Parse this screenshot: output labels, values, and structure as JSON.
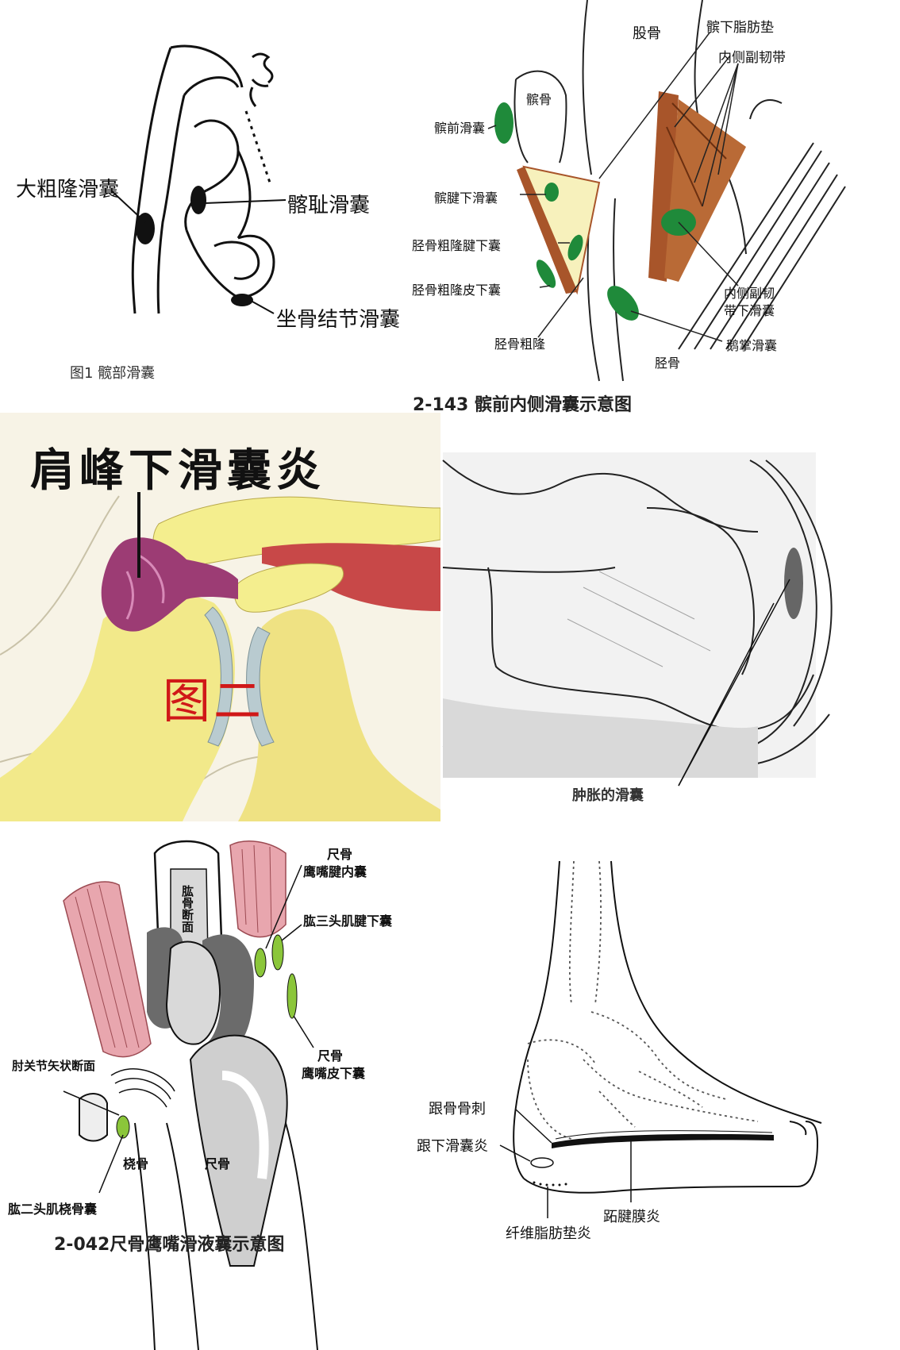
{
  "panel1": {
    "labels": {
      "greater_trochanter": "大粗隆滑囊",
      "iliopectineal": "髂耻滑囊",
      "ischial": "坐骨结节滑囊"
    },
    "caption": "图1  髋部滑囊"
  },
  "panel2": {
    "labels": {
      "femur": "股骨",
      "infrapatellar_fat": "髌下脂肪垫",
      "mcl": "内侧副韧带",
      "patella": "髌骨",
      "prepatellar": "髌前滑囊",
      "subtendinous": "髌腱下滑囊",
      "tibial_tub_tendon": "胫骨粗隆腱下囊",
      "tibial_tub_skin": "胫骨粗隆皮下囊",
      "tibial_tub": "胫骨粗隆",
      "mcl_bursa_1": "内侧副韧",
      "mcl_bursa_2": "带下滑囊",
      "pes_anserine": "鹅掌滑囊",
      "tibia": "胫骨"
    },
    "caption": "2-143 髌前内侧滑囊示意图"
  },
  "panel3": {
    "title": "肩峰下滑囊炎",
    "figure_label": "图二"
  },
  "panel4": {
    "caption": "肿胀的滑囊"
  },
  "panel5": {
    "labels": {
      "olecranon": "尺骨",
      "olecranon2": "鹰嘴腱内囊",
      "humerus_section": "肱骨断面",
      "triceps": "肱三头肌腱下囊",
      "elbow_sagittal": "肘关节矢状断面",
      "subcut_1": "尺骨",
      "subcut_2": "鹰嘴皮下囊",
      "radius": "桡骨",
      "ulna": "尺骨",
      "biceps": "肱二头肌桡骨囊"
    },
    "caption": "2-042尺骨鹰嘴滑液囊示意图"
  },
  "panel6": {
    "labels": {
      "calcaneal_spur": "跟骨骨刺",
      "subcalcaneal": "跟下滑囊炎",
      "plantar_fasciitis": "跖腱膜炎",
      "fat_pad": "纤维脂肪垫炎"
    }
  },
  "colors": {
    "bursa_green": "#1f8a3a",
    "tendon_brown": "#a8552a",
    "bone_yellow": "#f4ee8e",
    "bursa_purple": "#9c3c74",
    "muscle_red": "#c84848",
    "muscle_pink": "#e8a6ae",
    "gray_bone": "#6b6b6b",
    "fig_red": "#d01818"
  }
}
